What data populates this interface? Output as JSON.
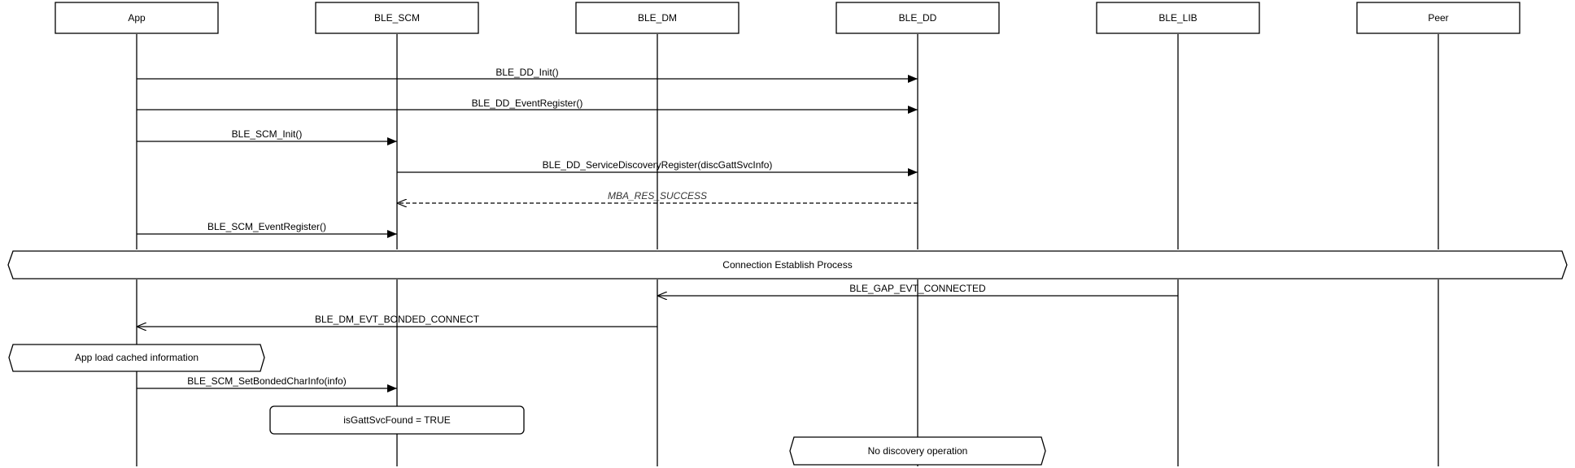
{
  "participants": [
    "App",
    "BLE_SCM",
    "BLE_DM",
    "BLE_DD",
    "BLE_LIB",
    "Peer"
  ],
  "messages": [
    {
      "from": "App",
      "to": "BLE_DD",
      "label": "BLE_DD_Init()",
      "style": "solid"
    },
    {
      "from": "App",
      "to": "BLE_DD",
      "label": "BLE_DD_EventRegister()",
      "style": "solid"
    },
    {
      "from": "App",
      "to": "BLE_SCM",
      "label": "BLE_SCM_Init()",
      "style": "solid"
    },
    {
      "from": "BLE_SCM",
      "to": "BLE_DD",
      "label": "BLE_DD_ServiceDiscoveryRegister(discGattSvcInfo)",
      "style": "solid"
    },
    {
      "from": "BLE_DD",
      "to": "BLE_SCM",
      "label": "MBA_RES_SUCCESS",
      "style": "dashed"
    },
    {
      "from": "App",
      "to": "BLE_SCM",
      "label": "BLE_SCM_EventRegister()",
      "style": "solid"
    },
    {
      "from": "BLE_LIB",
      "to": "BLE_DM",
      "label": "BLE_GAP_EVT_CONNECTED",
      "style": "open"
    },
    {
      "from": "BLE_DM",
      "to": "App",
      "label": "BLE_DM_EVT_BONDED_CONNECT",
      "style": "open"
    },
    {
      "from": "App",
      "to": "BLE_SCM",
      "label": "BLE_SCM_SetBondedCharInfo(info)",
      "style": "solid"
    }
  ],
  "notes": {
    "connection": "Connection Establish Process",
    "app_load": "App load cached information",
    "gatt_found": "isGattSvcFound = TRUE",
    "no_discovery": "No discovery operation"
  }
}
